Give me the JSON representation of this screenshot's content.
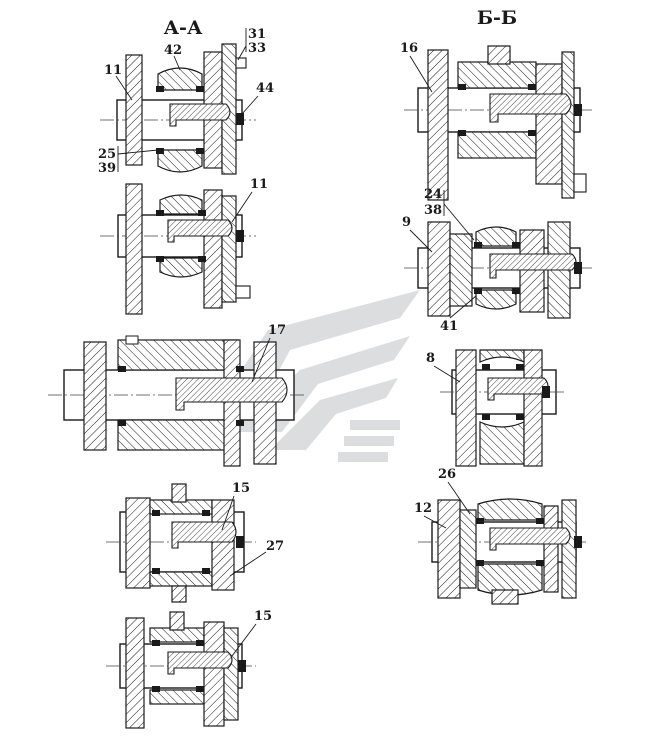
{
  "sections": {
    "left_title": "А-А",
    "right_title": "Б-Б"
  },
  "callouts": {
    "c31": "31",
    "c33": "33",
    "c42": "42",
    "c11a": "11",
    "c44": "44",
    "c25": "25",
    "c39": "39",
    "c11b": "11",
    "c17": "17",
    "c15a": "15",
    "c27": "27",
    "c15b": "15",
    "c16": "16",
    "c24": "24",
    "c38": "38",
    "c9": "9",
    "c41": "41",
    "c8": "8",
    "c26": "26",
    "c12": "12"
  },
  "colors": {
    "line": "#1a1a1a",
    "hatch": "#1a1a1a",
    "watermark": "#c8cbcc"
  },
  "watermark": {
    "icon": "company-logo-watermark"
  }
}
